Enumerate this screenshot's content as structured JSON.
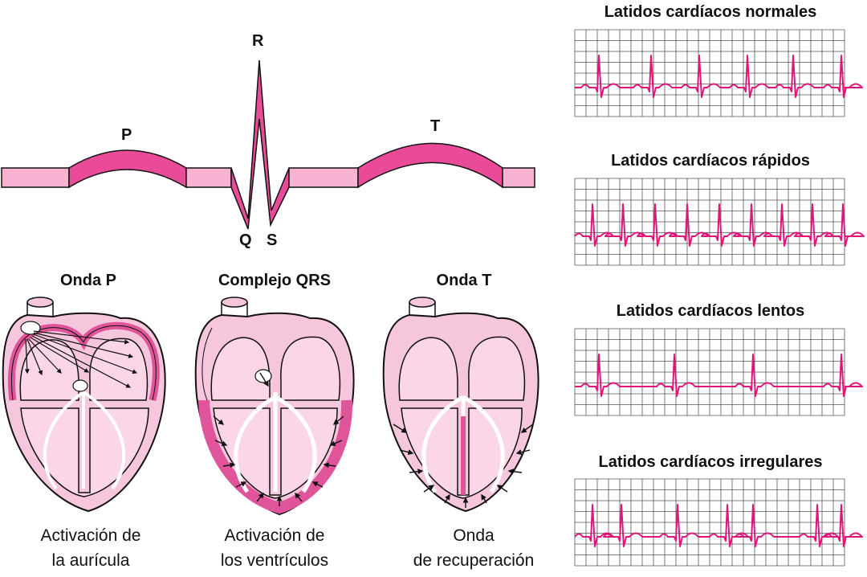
{
  "main_wave": {
    "labels": {
      "p": "P",
      "r": "R",
      "q": "Q",
      "s": "S",
      "t": "T"
    },
    "colors": {
      "segment_fill": "#e94b98",
      "baseline_fill": "#f7b3d1",
      "outline": "#111111"
    }
  },
  "hearts": [
    {
      "title": "Onda P",
      "caption_line1": "Activación de",
      "caption_line2": "la aurícula"
    },
    {
      "title": "Complejo QRS",
      "caption_line1": "Activación de",
      "caption_line2": "los ventrículos"
    },
    {
      "title": "Onda T",
      "caption_line1": "Onda",
      "caption_line2": "de recuperación"
    }
  ],
  "strips": [
    {
      "title": "Latidos cardíacos normales",
      "rhythm": "normal"
    },
    {
      "title": "Latidos cardíacos rápidos",
      "rhythm": "fast"
    },
    {
      "title": "Latidos cardíacos lentos",
      "rhythm": "slow"
    },
    {
      "title": "Latidos cardíacos irregulares",
      "rhythm": "irregular"
    }
  ],
  "colors": {
    "trace": "#e0157a",
    "grid": "#555555",
    "heart_fill": "#f6c6dc",
    "heart_active": "#e0559a"
  }
}
